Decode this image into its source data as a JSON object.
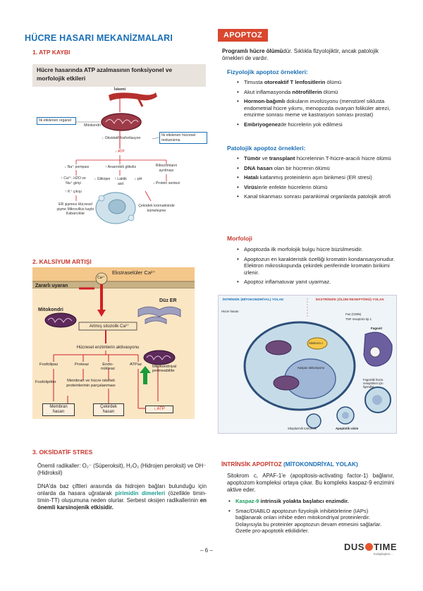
{
  "left": {
    "main_title": "HÜCRE HASARI MEKANİZMALARI",
    "s1_title": "1. ATP KAYBI",
    "box_heading": "Hücre hasarında ATP azalmasının fonksiyonel ve morfolojik etkileri",
    "diag1": {
      "iskemi": "İskemi",
      "mitokondri": "Mitokondri",
      "ilk_etkilenen_organel": "İlk etkilenen organel",
      "oksidatif": "Oksidatif fosforilasyon",
      "ilk_etkilenen_mekanizma": "İlk etkilenen hücresel mekanizma",
      "atp": "↓ ATP",
      "na_pompasi": "↓ Na⁺ pompası",
      "anaerobik": "↑ Anaerobik glikoliz",
      "ribozom": "Ribozomların ayrılması",
      "ca_h2o": "↑ Ca²⁺, H2O ve Na⁺ girişi",
      "k_cikisi": "↑ K⁺ çıkışı",
      "glikojen": "↓ Glikojen",
      "laktik": "↑ Laktik asit",
      "ph": "↓ pH",
      "protein": "↓ Protein sentezi",
      "er_sismesi": "ER şişmesi Hücresel şişme Mikrovillus kaybı Kabarcıklar",
      "cekirdek": "Çekirdek kromatininde kümeleşme"
    },
    "s2_title": "2. KALSİYUM ARTIŞI",
    "diag2": {
      "ekstraseluler": "Ekstraselüler Ca²⁺",
      "zararli": "Zararlı uyaran",
      "ca": "Ca²⁺",
      "mitokondri": "Mitokondri",
      "duz_er": "Düz ER",
      "artmis": "Artmış sitozolik Ca²⁺",
      "enzim": "Hücresel enzimlerin aktivasyonu",
      "fosfolipaz": "Fosfolipaz",
      "proteaz": "Proteaz",
      "endonukleaz": "Endo-nükleaz",
      "atpaz": "ATPaz",
      "mito_perm": "Mitokondriyal permeabilite",
      "fosfolipitler": "Fosfolipitler",
      "membran_iskelet": "Membran ve hücre iskeleti proteinlerinin parçalanması",
      "membran_hasari": "Membran hasarı",
      "cekirdek_hasari": "Çekirdek hasarı",
      "atp": "↓ ATP"
    },
    "s3_title": "3. OKSİDATİF STRES",
    "s3_p1": "Önemli radikaller: O₂⁻ (Süperoksit), H₂O₂ (Hidrojen peroksit) ve OH⁻ (Hidroksil)",
    "s3_p2a": "DNA'da baz çiftleri arasında da hidrojen bağları bulunduğu için onlarda da hasara uğratarak ",
    "s3_p2b": "pirimidin dimerleri",
    "s3_p2c": " (özellikle timin-timin-TT) oluşumuna neden olurlar. Serbest oksijen radikallerinin ",
    "s3_p2d": "en önemli karsinojenik etkisidir."
  },
  "right": {
    "apoptoz_title": "APOPTOZ",
    "intro_bold": "Programlı hücre ölümü",
    "intro_rest": "dür. Sıklıkla fizyolojiktir, ancak patolojik örnekleri de vardır.",
    "fiz_title": "Fizyolojik apoptoz örnekleri:",
    "fiz_items": [
      [
        "Timusta ",
        "otoreaktif T lenfositlerin",
        " ölümü"
      ],
      [
        "Akut inflamasyonda ",
        "nötrofillerin",
        " ölümü"
      ],
      [
        "",
        "Hormon-bağımlı",
        " dokuların involüsyonu (menstürel siklusta endometrial hücre yıkımı, menopozda ovaryan foliküler atrezi, emzirme sonrası meme ve kastrasyon sonrası prostat)"
      ],
      [
        "",
        "Embriyogenez",
        "de hücrelerin yok edilmesi"
      ]
    ],
    "pat_title": "Patolojik apoptoz örnekleri:",
    "pat_items": [
      [
        "",
        "Tümör",
        " ve ",
        "transplant",
        " hücrelerinin T-hücre-aracılı hücre ölümü"
      ],
      [
        "",
        "DNA hasarı",
        " olan bir hücrenin ölümü",
        "",
        ""
      ],
      [
        "",
        "Hatalı",
        " katlanmış proteinlerin aşırı birikmesi (ER stresi)",
        "",
        ""
      ],
      [
        "",
        "Virüs",
        "lerle enfekte hücrelerin ölümü",
        "",
        ""
      ],
      [
        "Kanal tıkanması sonrası parankimal organlarda patolojik atrofi",
        "",
        "",
        "",
        ""
      ]
    ],
    "morf_title": "Morfoloji",
    "morf_items": [
      "Apoptozda ilk morfolojik bulgu hücre büzülmesidir.",
      "Apoptozun en karakteristik özelliği kromatin kondansasyonudur. Elektron mikroskopunda çekirdek periferinde kromatin birikimi izlenir.",
      "Apoptoz inflamatuvar yanıt uyarmaz."
    ],
    "diag3": {
      "intrinsik": "İNTRİNSİK (MİTOKONDRİYAL) YOLAK",
      "ekstrinsik": "EKSTRİNSİK (ÖLÜM RESEPTÖRÜ) YOLAK",
      "hucre_hasari": "Hücre hasarı",
      "fas": "Fas (CD95)",
      "tnf": "TNF reseptörü tip 1",
      "fagosit": "Fagosit",
      "sitokrom": "Sitokrom c",
      "kaspaz": "Kaspaz aktivasyonu",
      "fagositik": "Fagositik hücre reseptörleri için ligandlar",
      "sitoplazmik": "Sitoplazmik tomurcuk",
      "apoptotik": "Apoptotik cisim"
    },
    "int_title_a": "İNTRİNSİK APOPİTOZ ",
    "int_title_b": "(MİTOKONDRİYAL YOLAK)",
    "int_p1": "Sitokrom c, APAF-1'e (apopitosis-activating factor-1) bağlanır, apoptozom kompleksi ortaya çıkar. Bu kompleks kaspaz-9 enzimini aktive eder.",
    "int_b1a": "Kaspaz-9",
    "int_b1b": " intrinsik yolakta başlatıcı enzimdir.",
    "int_b2": "Smac/DIABLO apoptozun fizyolojik inhibitörlerine (IAPs) bağlanarak onları inhibe eden mitokondriyal proteinlerdir. Dolayısıyla bu proteinler apoptozun devam etmesini sağlarlar. Özetle pro-apoptotik etkilidirler."
  },
  "footer": {
    "page": "– 6 –",
    "logo_a": "DUS",
    "logo_b": "TIME",
    "logo_sub": "Kolaylaştırır…"
  }
}
